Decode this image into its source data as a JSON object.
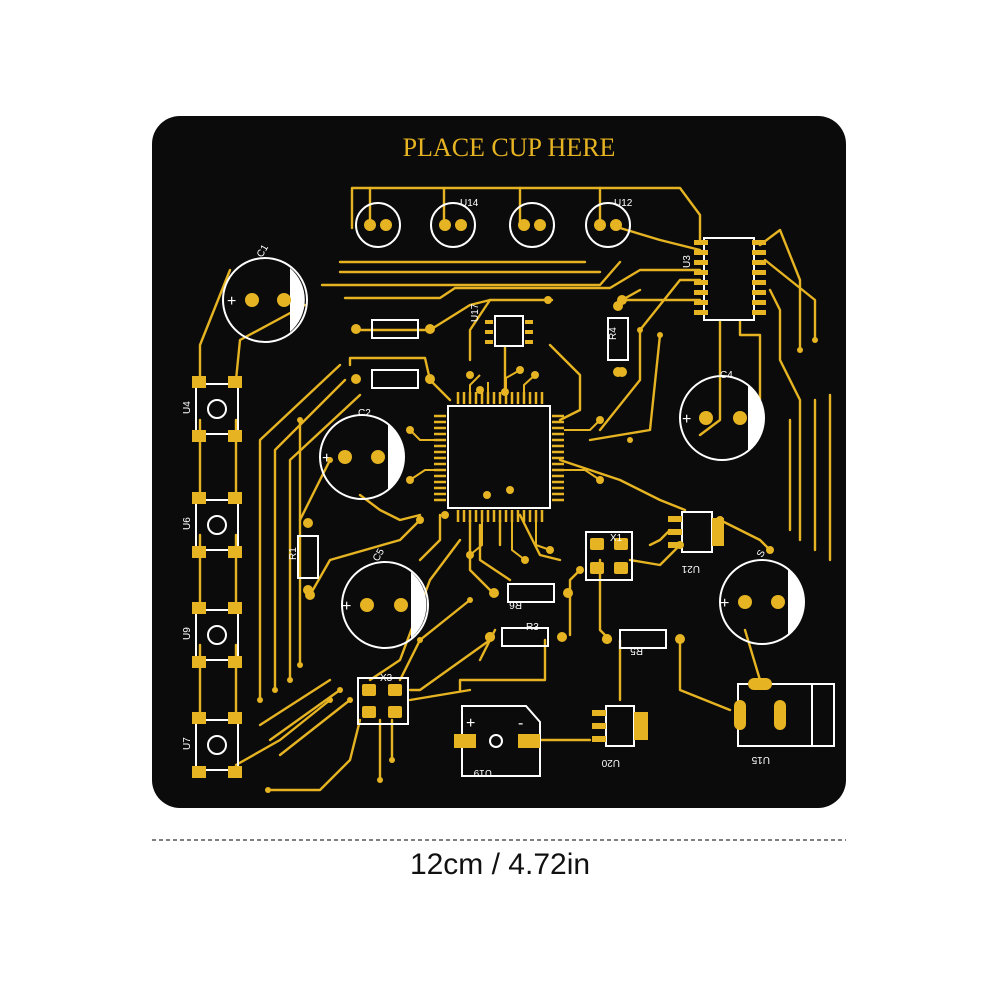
{
  "coaster": {
    "title": "PLACE CUP HERE",
    "colors": {
      "board": "#0b0b0b",
      "copper": "#e6b422",
      "silkscreen": "#ffffff"
    },
    "labels": {
      "u14": "U14",
      "u12": "U12",
      "u3": "U3",
      "c1": "C1",
      "c2": "C2",
      "c4": "C4",
      "c5": "C5",
      "s": "S",
      "u17": "U17",
      "r4": "R4",
      "u4": "U4",
      "u6": "U6",
      "u9": "U9",
      "u7": "U7",
      "r1": "R1",
      "x1": "X1",
      "x3": "X3",
      "u21": "U21",
      "r6": "R6",
      "r3": "R3",
      "r5": "R5",
      "u19": "U19",
      "u20": "U20",
      "u15": "U15",
      "plus": "+",
      "minus": "-"
    }
  },
  "dimension": {
    "caption": "12cm / 4.72in"
  }
}
